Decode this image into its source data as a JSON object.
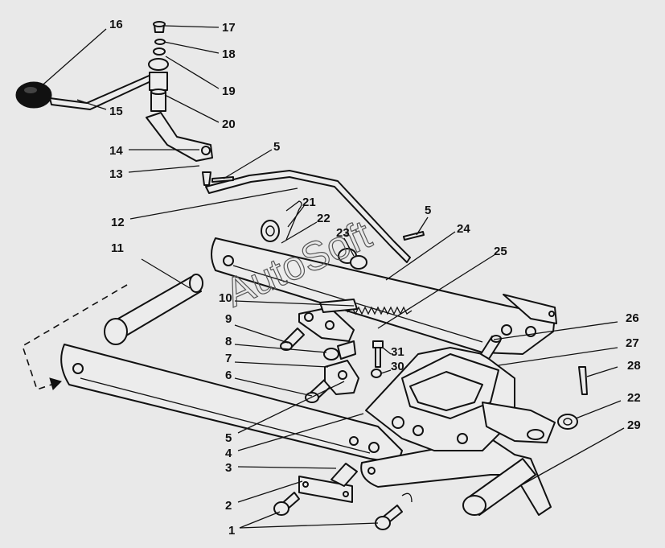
{
  "watermark": "AutoSoft",
  "callouts": [
    {
      "id": "c1",
      "text": "1"
    },
    {
      "id": "c2",
      "text": "2"
    },
    {
      "id": "c3",
      "text": "3"
    },
    {
      "id": "c4",
      "text": "4"
    },
    {
      "id": "c5a",
      "text": "5"
    },
    {
      "id": "c5b",
      "text": "5"
    },
    {
      "id": "c5c",
      "text": "5"
    },
    {
      "id": "c6",
      "text": "6"
    },
    {
      "id": "c7",
      "text": "7"
    },
    {
      "id": "c8",
      "text": "8"
    },
    {
      "id": "c9",
      "text": "9"
    },
    {
      "id": "c10",
      "text": "10"
    },
    {
      "id": "c11",
      "text": "11"
    },
    {
      "id": "c12",
      "text": "12"
    },
    {
      "id": "c13",
      "text": "13"
    },
    {
      "id": "c14",
      "text": "14"
    },
    {
      "id": "c15",
      "text": "15"
    },
    {
      "id": "c16",
      "text": "16"
    },
    {
      "id": "c17",
      "text": "17"
    },
    {
      "id": "c18",
      "text": "18"
    },
    {
      "id": "c19",
      "text": "19"
    },
    {
      "id": "c20",
      "text": "20"
    },
    {
      "id": "c21",
      "text": "21"
    },
    {
      "id": "c22a",
      "text": "22"
    },
    {
      "id": "c22b",
      "text": "22"
    },
    {
      "id": "c23",
      "text": "23"
    },
    {
      "id": "c24",
      "text": "24"
    },
    {
      "id": "c25",
      "text": "25"
    },
    {
      "id": "c26",
      "text": "26"
    },
    {
      "id": "c27",
      "text": "27"
    },
    {
      "id": "c28",
      "text": "28"
    },
    {
      "id": "c29",
      "text": "29"
    },
    {
      "id": "c30",
      "text": "30"
    },
    {
      "id": "c31",
      "text": "31"
    }
  ]
}
